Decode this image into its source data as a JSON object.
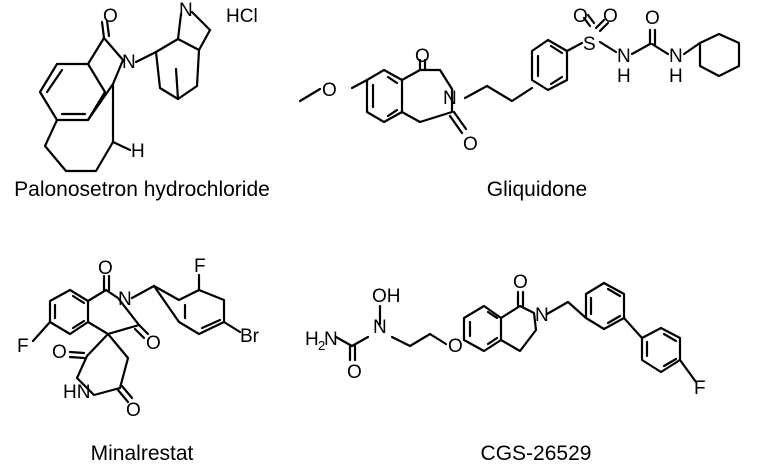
{
  "compounds": [
    {
      "name": "Palonosetron hydrochloride",
      "atoms": {
        "o": "O",
        "n_amide": "N",
        "n_bridge": "N",
        "h": "H",
        "salt": "HCl"
      }
    },
    {
      "name": "Gliquidone",
      "atoms": {
        "o1": "O",
        "o2": "O",
        "o_me": "O",
        "n1": "N",
        "s": "S",
        "os1": "O",
        "os2": "O",
        "ou": "O",
        "nh1": "N",
        "nh1_h": "H",
        "nh2": "N",
        "nh2_h": "H"
      }
    },
    {
      "name": "Minalrestat",
      "atoms": {
        "o1": "O",
        "n1": "N",
        "o2": "O",
        "f1": "F",
        "f2": "F",
        "br": "Br",
        "o3": "O",
        "o4": "O",
        "hn": "HN"
      }
    },
    {
      "name": "CGS-26529",
      "atoms": {
        "o1": "O",
        "n1": "N",
        "o_ether": "O",
        "n_oh": "N",
        "oh": "OH",
        "h2n": "H",
        "h2n_sub": "2",
        "h2n_n": "N",
        "o_urea": "O",
        "f": "F"
      }
    }
  ]
}
